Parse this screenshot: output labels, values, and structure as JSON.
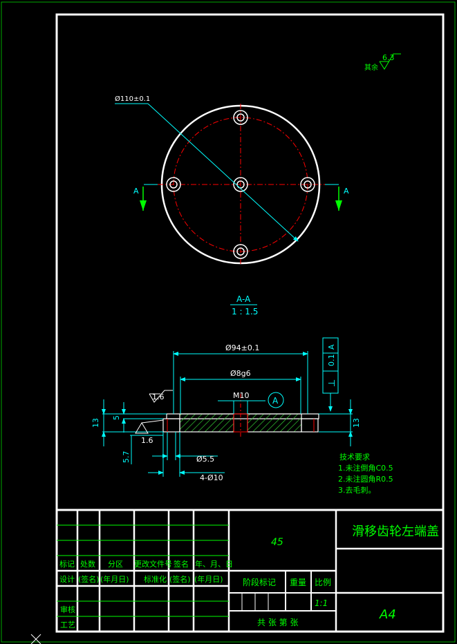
{
  "colors": {
    "background": "#000000",
    "frame": "#ffffff",
    "dimension": "#00ffff",
    "centerline": "#ff0000",
    "hatch": "#33cc33",
    "text": "#00ff00",
    "outline_border": "#00aa00"
  },
  "surface_finish": {
    "note": "其余",
    "value": "6.3"
  },
  "top_view": {
    "diameter_label": "Ø110±0.1",
    "section_mark_left": "A",
    "section_mark_right": "A"
  },
  "section_view": {
    "title": "A-A",
    "scale": "1 : 1.5",
    "dim_outer": "Ø94±0.1",
    "dim_inner": "Ø8g6",
    "thread": "M10",
    "datum": "A",
    "tolerance_symbol": "⊥",
    "tolerance_value": "0.1",
    "tolerance_datum": "A",
    "dim_height_left": "13",
    "dim_height_right": "13",
    "dim_step": "5",
    "dim_depth": "5.7",
    "dim_hole": "Ø5.5",
    "dim_holes": "4-Ø10",
    "roughness_top": "1.6",
    "roughness_side": "1.6"
  },
  "tech_requirements": {
    "title": "技术要求",
    "items": [
      "1.未注倒角C0.5",
      "2.未注圆角R0.5",
      "3.去毛刺。"
    ]
  },
  "title_block": {
    "part_name": "滑移齿轮左端盖",
    "material": "45",
    "sheet_size": "A4",
    "row_labels": [
      "标记",
      "处数",
      "分区",
      "更改文件号",
      "签名",
      "年、月、日"
    ],
    "design_row": [
      "设计",
      "(签名)",
      "(年月日)",
      "标准化",
      "(签名)",
      "(年月日)"
    ],
    "review": "审核",
    "process": "工艺",
    "stage_mark": "阶段标记",
    "weight": "重量",
    "ratio": "比例",
    "ratio_value": "1:1",
    "sheets": "共  张  第  张"
  }
}
